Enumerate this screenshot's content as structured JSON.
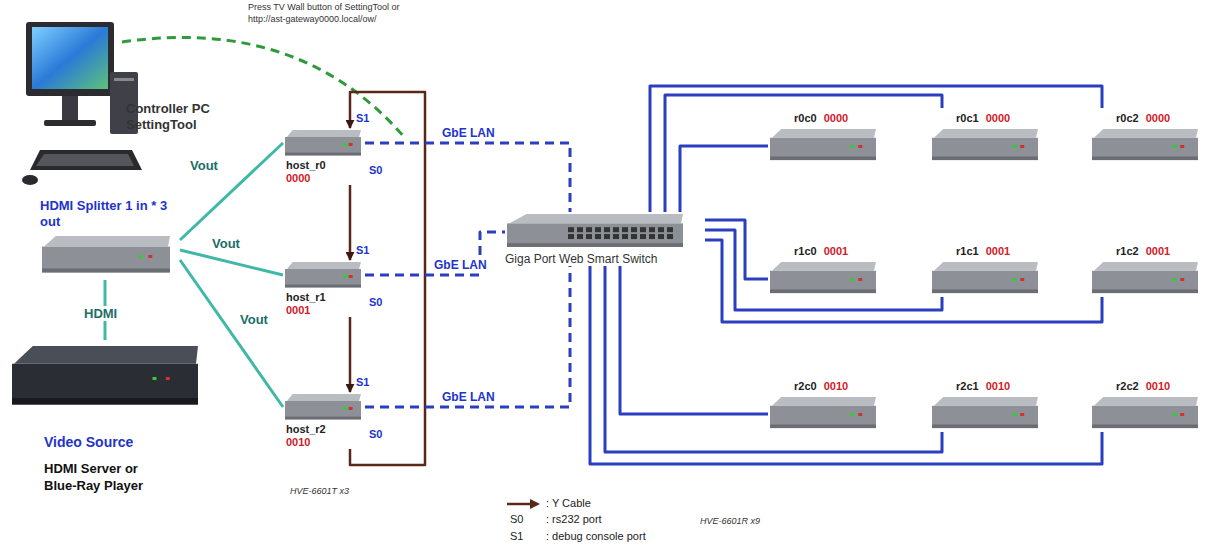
{
  "diagram": {
    "nodes": [
      {
        "text": [
          "Controller PC SettingTool"
        ]
      },
      {
        "text": [
          "HDMI Splitter 1 in * 3 out"
        ]
      },
      {
        "text": [
          "Video Source",
          "HDMI Server or Blue-Ray Player"
        ]
      },
      {
        "text": [
          "host_r0",
          "0000"
        ]
      },
      {
        "text": [
          "host_r1",
          "0001"
        ]
      },
      {
        "text": [
          "host_r2",
          "0010"
        ]
      },
      {
        "text": [
          "Giga Port Web Smart Switch"
        ]
      },
      {
        "text": [
          "r0c0",
          "0000"
        ]
      },
      {
        "text": [
          "r0c1",
          "0000"
        ]
      },
      {
        "text": [
          "r0c2",
          "0000"
        ]
      },
      {
        "text": [
          "r1c0",
          "0001"
        ]
      },
      {
        "text": [
          "r1c1",
          "0001"
        ]
      },
      {
        "text": [
          "r1c2",
          "0001"
        ]
      },
      {
        "text": [
          "r2c0",
          "0010"
        ]
      },
      {
        "text": [
          "r2c1",
          "0010"
        ]
      },
      {
        "text": [
          "r2c2",
          "0010"
        ]
      }
    ],
    "edges": [
      {
        "from": 2,
        "to": 1,
        "arrow": "none",
        "label": "HDMI"
      },
      {
        "from": 1,
        "to": 3,
        "arrow": "none",
        "label": "Vout"
      },
      {
        "from": 1,
        "to": 4,
        "arrow": "none",
        "label": "Vout"
      },
      {
        "from": 1,
        "to": 5,
        "arrow": "none",
        "label": "Vout"
      },
      {
        "from": 3,
        "to": 4,
        "arrow": "to"
      },
      {
        "from": 4,
        "to": 5,
        "arrow": "to"
      },
      {
        "from": 5,
        "to": 3,
        "arrow": "to"
      },
      {
        "from": 3,
        "to": 6,
        "arrow": "none",
        "label": "GbE LAN"
      },
      {
        "from": 4,
        "to": 6,
        "arrow": "none",
        "label": "GbE LAN"
      },
      {
        "from": 5,
        "to": 6,
        "arrow": "none",
        "label": "GbE LAN"
      },
      {
        "from": 6,
        "to": 7,
        "arrow": "none"
      },
      {
        "from": 6,
        "to": 8,
        "arrow": "none"
      },
      {
        "from": 6,
        "to": 9,
        "arrow": "none"
      },
      {
        "from": 6,
        "to": 10,
        "arrow": "none"
      },
      {
        "from": 6,
        "to": 11,
        "arrow": "none"
      },
      {
        "from": 6,
        "to": 12,
        "arrow": "none"
      },
      {
        "from": 6,
        "to": 13,
        "arrow": "none"
      },
      {
        "from": 6,
        "to": 14,
        "arrow": "none"
      },
      {
        "from": 6,
        "to": 15,
        "arrow": "none"
      }
    ],
    "labels": [
      "Press TV Wall button of SettingTool or",
      "http://ast-gateway0000.local/ow/",
      "S1",
      "S0",
      "S1",
      "S0",
      "S1",
      "S0",
      "HVE-6601T x3",
      "S0",
      ": rs232 port",
      "S1",
      ": debug console port",
      "HVE-6601R x9"
    ],
    "legend": [
      {
        "text": ": Y Cable"
      }
    ]
  }
}
